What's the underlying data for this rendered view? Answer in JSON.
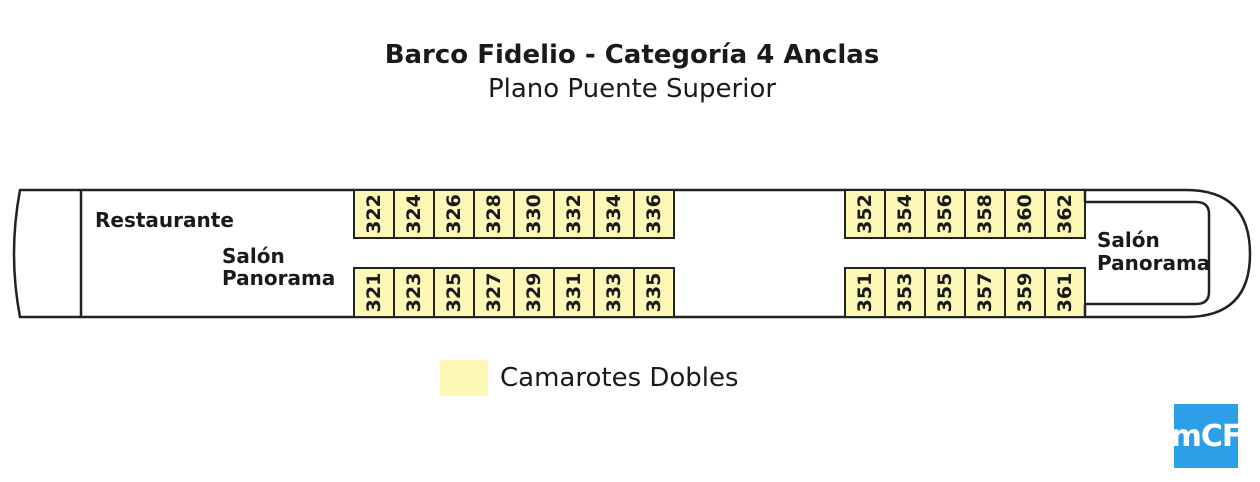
{
  "header": {
    "title": "Barco Fidelio - Categoría 4 Anclas",
    "subtitle": "Plano Puente Superior"
  },
  "labels": {
    "restaurant": "Restaurante",
    "panorama_lounge_left": [
      "Salón",
      "Panorama"
    ],
    "panorama_lounge_right": [
      "Salón",
      "Panorama"
    ]
  },
  "cabins": {
    "left_top": [
      "322",
      "324",
      "326",
      "328",
      "330",
      "332",
      "334",
      "336"
    ],
    "left_bottom": [
      "321",
      "323",
      "325",
      "327",
      "329",
      "331",
      "333",
      "335"
    ],
    "right_top": [
      "352",
      "354",
      "356",
      "358",
      "360",
      "362"
    ],
    "right_bottom": [
      "351",
      "353",
      "355",
      "357",
      "359",
      "361"
    ]
  },
  "legend": {
    "label": "Camarotes Dobles",
    "color": "#fdf8b6"
  },
  "logo": {
    "text": "mCF",
    "color": "#2d9fe8"
  }
}
